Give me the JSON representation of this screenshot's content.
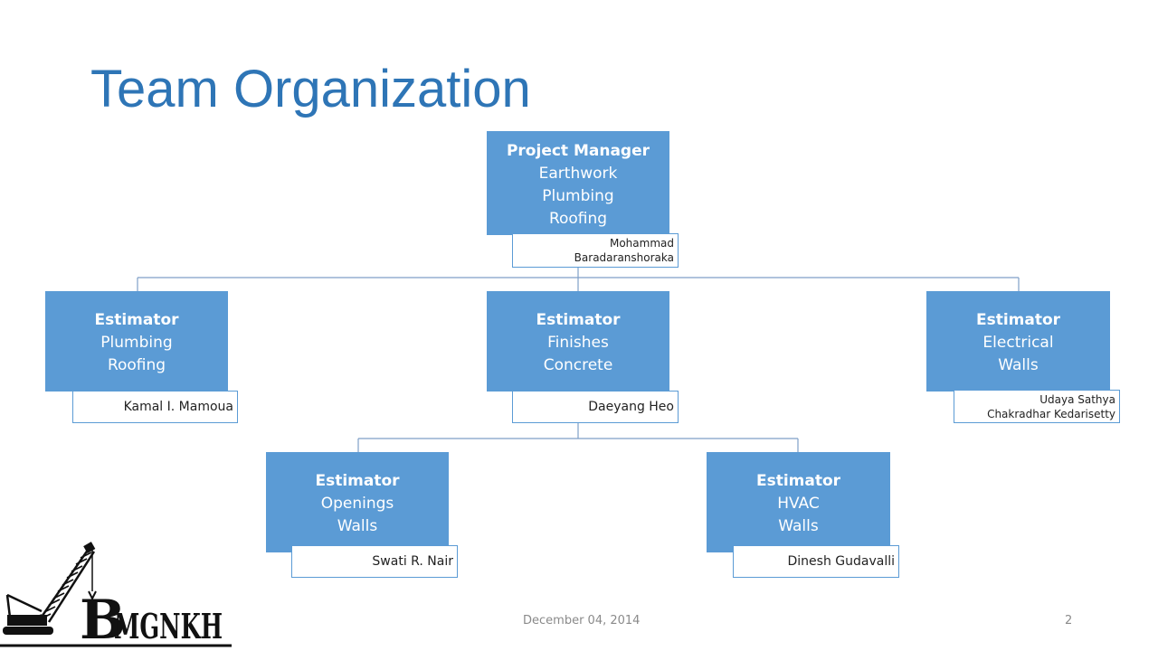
{
  "slide": {
    "title": "Team Organization",
    "date": "December 04, 2014",
    "page_number": "2"
  },
  "org_chart": {
    "project_manager": {
      "role": "Project Manager",
      "tasks": [
        "Earthwork",
        "Plumbing",
        "Roofing"
      ],
      "name_lines": [
        "Mohammad",
        "Baradaranshoraka"
      ]
    },
    "estimator_plumbing": {
      "role": "Estimator",
      "tasks": [
        "Plumbing",
        "Roofing"
      ],
      "name_lines": [
        "Kamal I. Mamoua"
      ]
    },
    "estimator_finishes": {
      "role": "Estimator",
      "tasks": [
        "Finishes",
        "Concrete"
      ],
      "name_lines": [
        "Daeyang Heo"
      ]
    },
    "estimator_electrical": {
      "role": "Estimator",
      "tasks": [
        "Electrical",
        "Walls"
      ],
      "name_lines": [
        "Udaya Sathya",
        "Chakradhar Kedarisetty"
      ]
    },
    "estimator_openings": {
      "role": "Estimator",
      "tasks": [
        "Openings",
        "Walls"
      ],
      "name_lines": [
        "Swati R. Nair"
      ]
    },
    "estimator_hvac": {
      "role": "Estimator",
      "tasks": [
        "HVAC",
        "Walls"
      ],
      "name_lines": [
        "Dinesh Gudavalli"
      ]
    }
  },
  "logo": {
    "letter_big": "B",
    "letters": "MGNKH"
  },
  "colors": {
    "title": "#2e75b6",
    "box_fill": "#5b9bd5",
    "connector": "#7f9fc7",
    "logo_ink": "#111111"
  }
}
